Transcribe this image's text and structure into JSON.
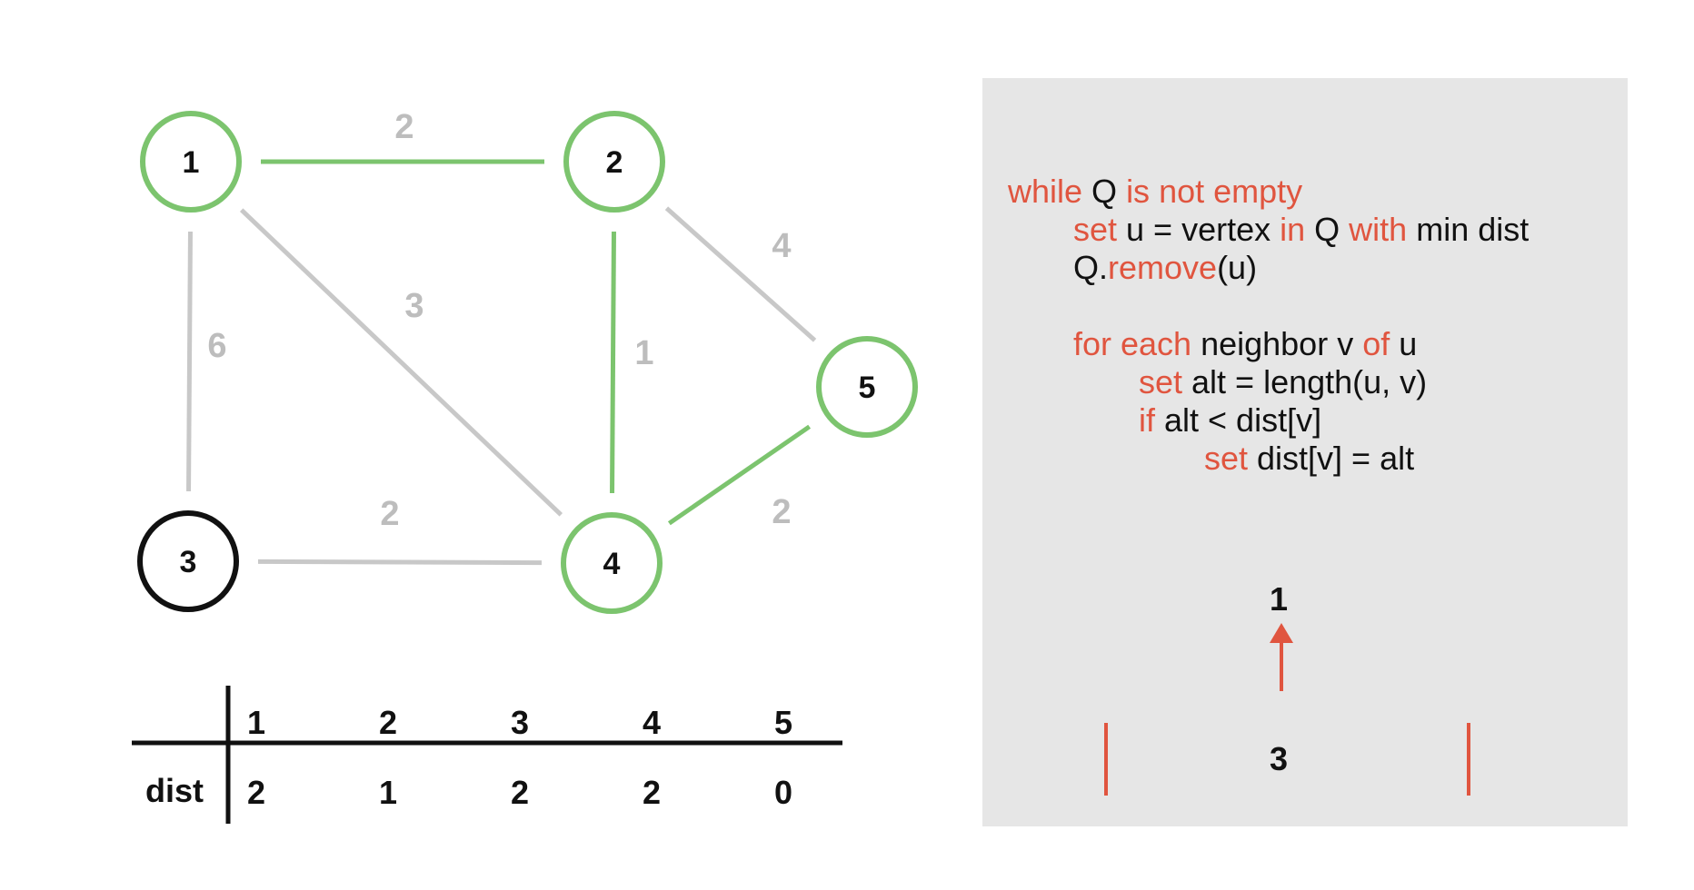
{
  "graph": {
    "nodes": [
      {
        "id": "1",
        "label": "1",
        "state": "visited",
        "color": "#7cc46e"
      },
      {
        "id": "2",
        "label": "2",
        "state": "visited",
        "color": "#7cc46e"
      },
      {
        "id": "3",
        "label": "3",
        "state": "current",
        "color": "#111111"
      },
      {
        "id": "4",
        "label": "4",
        "state": "visited",
        "color": "#7cc46e"
      },
      {
        "id": "5",
        "label": "5",
        "state": "visited",
        "color": "#7cc46e"
      }
    ],
    "edges": [
      {
        "from": "1",
        "to": "2",
        "weight": "2",
        "highlighted": true
      },
      {
        "from": "1",
        "to": "3",
        "weight": "6",
        "highlighted": false
      },
      {
        "from": "1",
        "to": "4",
        "weight": "3",
        "highlighted": false
      },
      {
        "from": "2",
        "to": "4",
        "weight": "1",
        "highlighted": true
      },
      {
        "from": "2",
        "to": "5",
        "weight": "4",
        "highlighted": false
      },
      {
        "from": "3",
        "to": "4",
        "weight": "2",
        "highlighted": false
      },
      {
        "from": "4",
        "to": "5",
        "weight": "2",
        "highlighted": true
      }
    ],
    "colors": {
      "highlight": "#7cc46e",
      "normal_edge": "#c8c8c8",
      "weight_label": "#bdbdbd"
    }
  },
  "dist_table": {
    "row_header": "dist",
    "columns": [
      "1",
      "2",
      "3",
      "4",
      "5"
    ],
    "values": [
      "2",
      "1",
      "2",
      "2",
      "0"
    ]
  },
  "pseudocode": {
    "lines": [
      [
        {
          "t": "while",
          "kw": true
        },
        {
          "t": " Q ",
          "kw": false
        },
        {
          "t": "is not empty",
          "kw": true
        }
      ],
      [
        {
          "t": "set",
          "kw": true
        },
        {
          "t": " u = vertex ",
          "kw": false
        },
        {
          "t": "in",
          "kw": true
        },
        {
          "t": " Q ",
          "kw": false
        },
        {
          "t": "with",
          "kw": true
        },
        {
          "t": " min dist",
          "kw": false
        }
      ],
      [
        {
          "t": "Q.",
          "kw": false
        },
        {
          "t": "remove",
          "kw": true
        },
        {
          "t": "(u)",
          "kw": false
        }
      ],
      [
        {
          "t": "for each",
          "kw": true
        },
        {
          "t": " neighbor v ",
          "kw": false
        },
        {
          "t": "of",
          "kw": true
        },
        {
          "t": " u",
          "kw": false
        }
      ],
      [
        {
          "t": "set",
          "kw": true
        },
        {
          "t": " alt = length(u, v)",
          "kw": false
        }
      ],
      [
        {
          "t": "if",
          "kw": true
        },
        {
          "t": " alt < dist[v]",
          "kw": false
        }
      ],
      [
        {
          "t": "set",
          "kw": true
        },
        {
          "t": " dist[v] = alt",
          "kw": false
        }
      ]
    ],
    "colors": {
      "keyword": "#e0553f",
      "text": "#111111",
      "panel_bg": "#e6e6e6"
    }
  },
  "queue": {
    "popped": "1",
    "items": [
      "3"
    ],
    "arrow_color": "#e0553f"
  }
}
